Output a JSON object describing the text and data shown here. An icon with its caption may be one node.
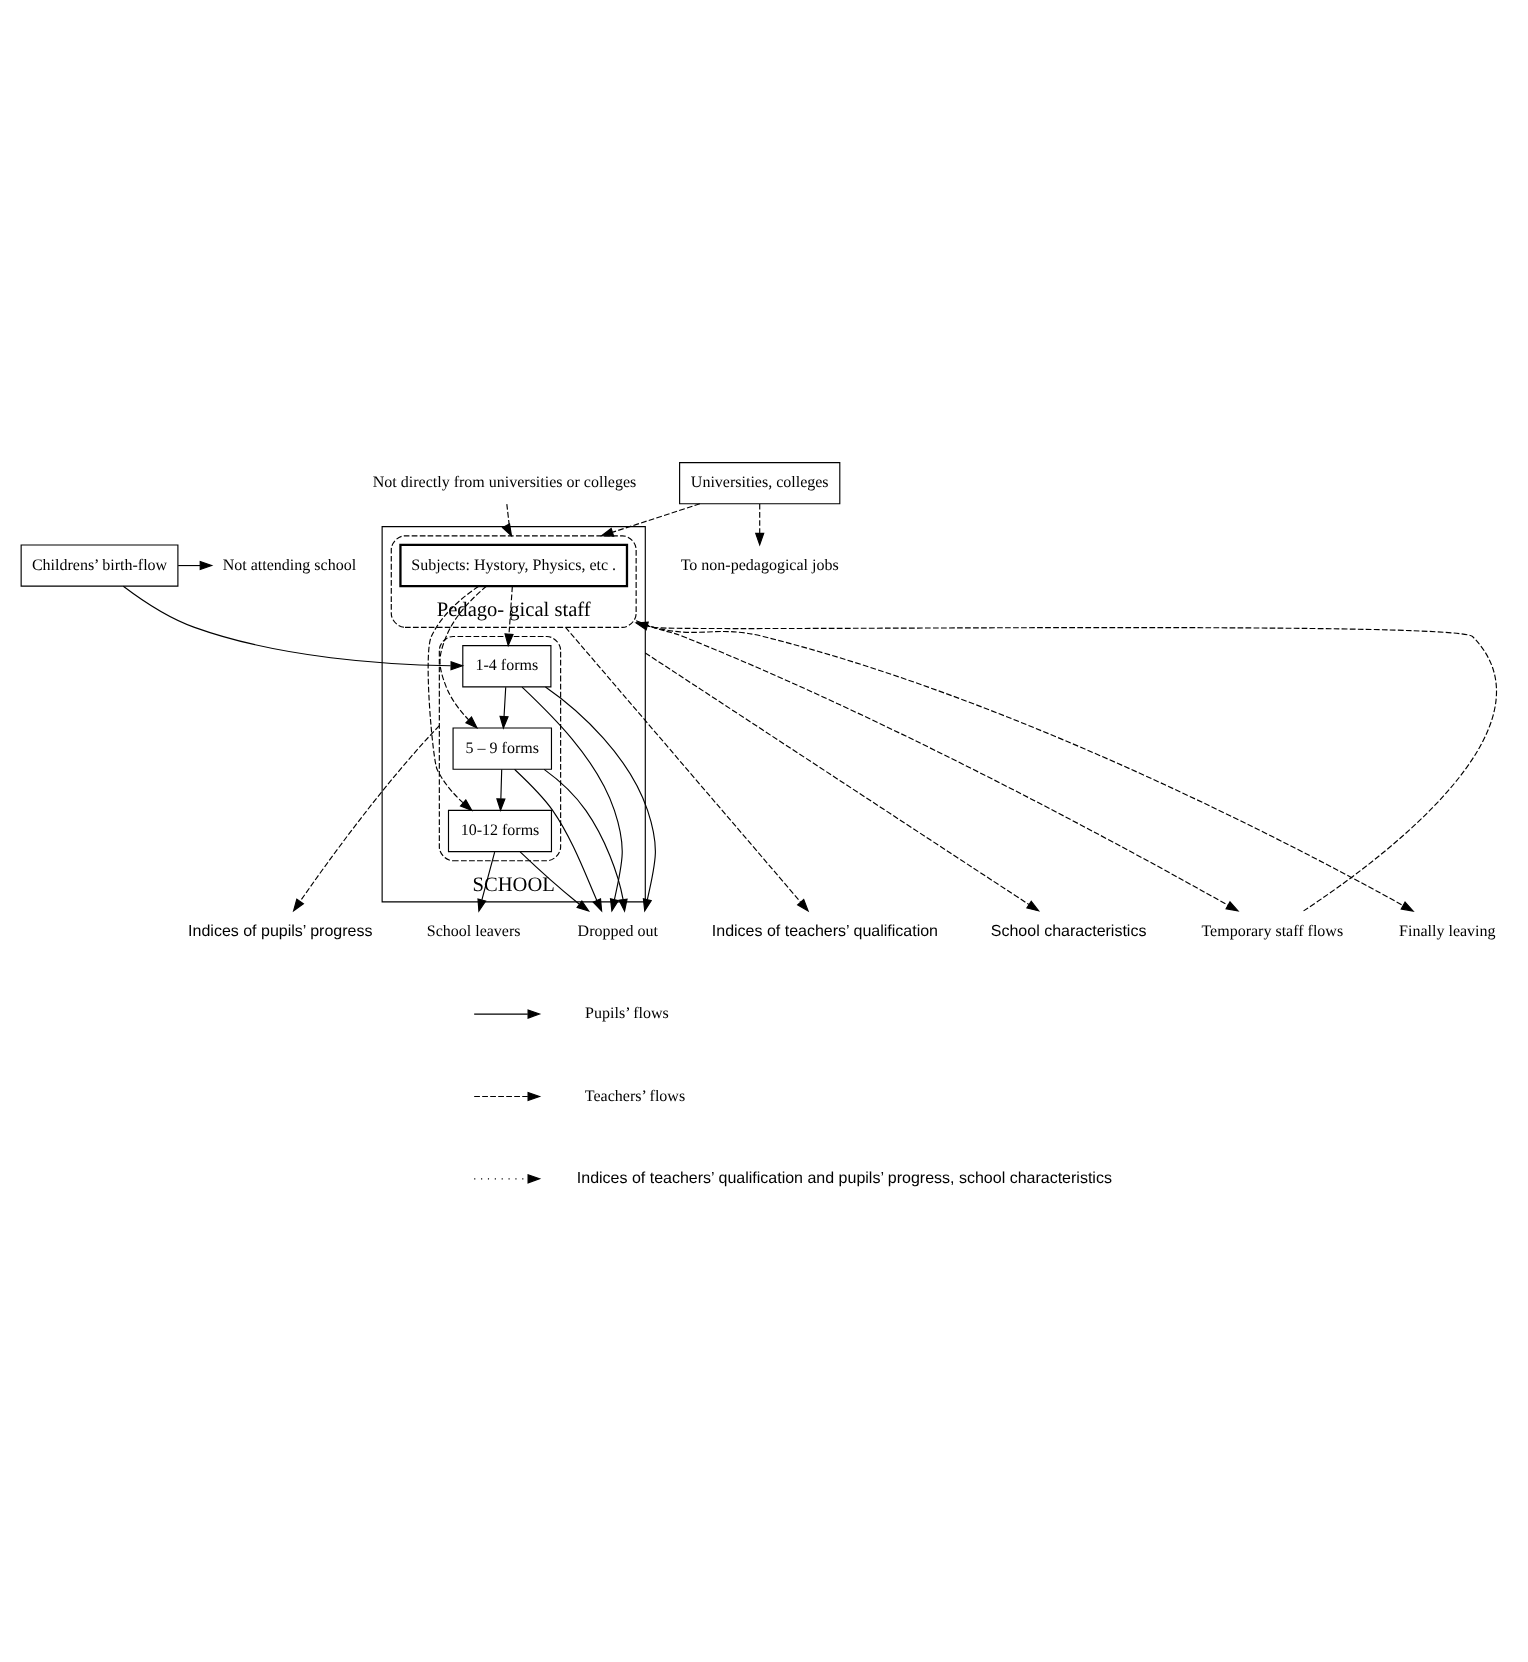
{
  "diagram": {
    "nodes": [
      {
        "text": [
          "Childrens’ birth-flow"
        ]
      },
      {
        "text": [
          "Not attending school"
        ]
      },
      {
        "text": [
          "To non-pedagogical jobs"
        ]
      },
      {
        "text": [
          "Universities, colleges"
        ]
      },
      {
        "text": [
          "Not directly from universities or colleges"
        ]
      },
      {
        "text": [
          "SCHOOL"
        ]
      },
      {
        "text": [
          "Pedago- gical staff"
        ],
        "in": 5
      },
      {
        "text": [
          "Subjects: Hystory, Physics, etc ."
        ],
        "in": 6
      },
      {
        "text": [],
        "shape": "box",
        "in": 5
      },
      {
        "text": [
          "1-4 forms"
        ],
        "in": 8
      },
      {
        "text": [
          "5 – 9 forms"
        ],
        "in": 8
      },
      {
        "text": [
          "10-12 forms"
        ],
        "in": 8
      },
      {
        "text": [
          "Dropped out"
        ]
      },
      {
        "text": [
          "Indices of pupils’ progress"
        ]
      },
      {
        "text": [
          "School leavers"
        ]
      },
      {
        "text": [
          "Temporary staff flows"
        ]
      },
      {
        "text": [
          "Finally leaving"
        ]
      },
      {
        "text": [
          "Indices of teachers’ qualification"
        ]
      },
      {
        "text": [
          "School characteristics"
        ]
      }
    ],
    "edges": [
      {
        "from": 0,
        "to": 9,
        "arrow": "to"
      },
      {
        "from": 0,
        "to": 1,
        "arrow": "to"
      },
      {
        "from": 3,
        "to": 2,
        "arrow": "to",
        "style": "dashed"
      },
      {
        "from": 3,
        "to": 6,
        "arrow": "to",
        "style": "dashed"
      },
      {
        "from": 4,
        "to": 6,
        "arrow": "to",
        "style": "dashed"
      },
      {
        "from": 7,
        "to": 9,
        "arrow": "to",
        "style": "dashed"
      },
      {
        "from": 7,
        "to": 10,
        "arrow": "to",
        "style": "dashed"
      },
      {
        "from": 7,
        "to": 11,
        "arrow": "to",
        "style": "dashed"
      },
      {
        "from": 9,
        "to": 10,
        "arrow": "to"
      },
      {
        "from": 10,
        "to": 11,
        "arrow": "to"
      },
      {
        "from": 9,
        "to": 12,
        "arrow": "to"
      },
      {
        "from": 9,
        "to": 12,
        "arrow": "to"
      },
      {
        "from": 10,
        "to": 12,
        "arrow": "to"
      },
      {
        "from": 10,
        "to": 12,
        "arrow": "to"
      },
      {
        "from": 11,
        "to": 12,
        "arrow": "to"
      },
      {
        "from": 8,
        "to": 13,
        "arrow": "to",
        "style": "dashed"
      },
      {
        "from": 11,
        "to": 14,
        "arrow": "to"
      },
      {
        "from": 6,
        "to": 15,
        "arrow": "to",
        "style": "dashed"
      },
      {
        "from": 15,
        "to": 6,
        "arrow": "to",
        "style": "dashed"
      },
      {
        "from": 6,
        "to": 16,
        "arrow": "to",
        "style": "dashed"
      },
      {
        "from": 6,
        "to": 17,
        "arrow": "to",
        "style": "dashed"
      },
      {
        "from": 5,
        "to": 18,
        "arrow": "to",
        "style": "dashed"
      }
    ],
    "legend": [
      {
        "text": "Pupils’ flows"
      },
      {
        "text": "Teachers’ flows"
      },
      {
        "text": "Indices of teachers’ qualification and pupils’ progress, school characteristics"
      }
    ]
  }
}
